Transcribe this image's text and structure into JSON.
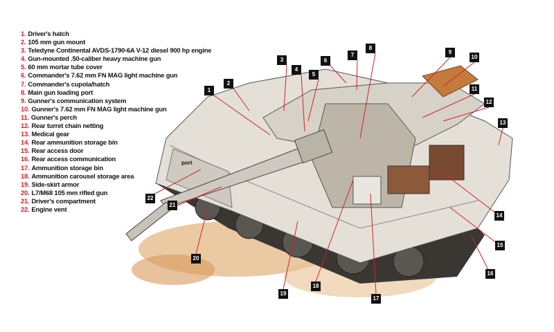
{
  "legend": [
    {
      "num": "1.",
      "label": "Driver's hatch"
    },
    {
      "num": "2.",
      "label": "105 mm gun mount"
    },
    {
      "num": "3.",
      "label": "Teledyne Continental AVDS-1790-6A V-12 diesel 900 hp engine"
    },
    {
      "num": "4.",
      "label": "Gun-mounted .50-caliber heavy machine gun"
    },
    {
      "num": "5.",
      "label": "60 mm mortar tube cover"
    },
    {
      "num": "6.",
      "label": "Commander's 7.62 mm FN MAG light machine gun"
    },
    {
      "num": "7.",
      "label": "Commander's cupola/hatch"
    },
    {
      "num": "8.",
      "label": "Main gun loading port"
    },
    {
      "num": "9.",
      "label": "Gunner's communication system"
    },
    {
      "num": "10.",
      "label": "Gunner's 7.62 mm FN MAG light machine gun"
    },
    {
      "num": "11.",
      "label": "Gunner's perch"
    },
    {
      "num": "12.",
      "label": "Rear turret chain netting"
    },
    {
      "num": "13.",
      "label": "Medical gear"
    },
    {
      "num": "14.",
      "label": "Rear ammunition storage bin"
    },
    {
      "num": "15.",
      "label": "Rear access door"
    },
    {
      "num": "16.",
      "label": "Rear access communication"
    },
    {
      "num": "17.",
      "label": "Ammunition storage bin"
    },
    {
      "num": "18.",
      "label": "Ammunition carousel storage area"
    },
    {
      "num": "19.",
      "label": "Side-skirt armor"
    },
    {
      "num": "20.",
      "label": "L7/M68 105 mm rifled gun"
    },
    {
      "num": "21.",
      "label": "Driver's compartment"
    },
    {
      "num": "22.",
      "label": "Engine vent"
    }
  ],
  "callouts": [
    "1",
    "2",
    "3",
    "4",
    "5",
    "6",
    "7",
    "8",
    "9",
    "10",
    "11",
    "12",
    "13",
    "14",
    "15",
    "16",
    "17",
    "18",
    "19",
    "20",
    "21",
    "22"
  ],
  "image_text": {
    "port": "port"
  },
  "colors": {
    "number": "#d0202a",
    "leader": "#d0202a",
    "callout_bg": "#111111"
  }
}
